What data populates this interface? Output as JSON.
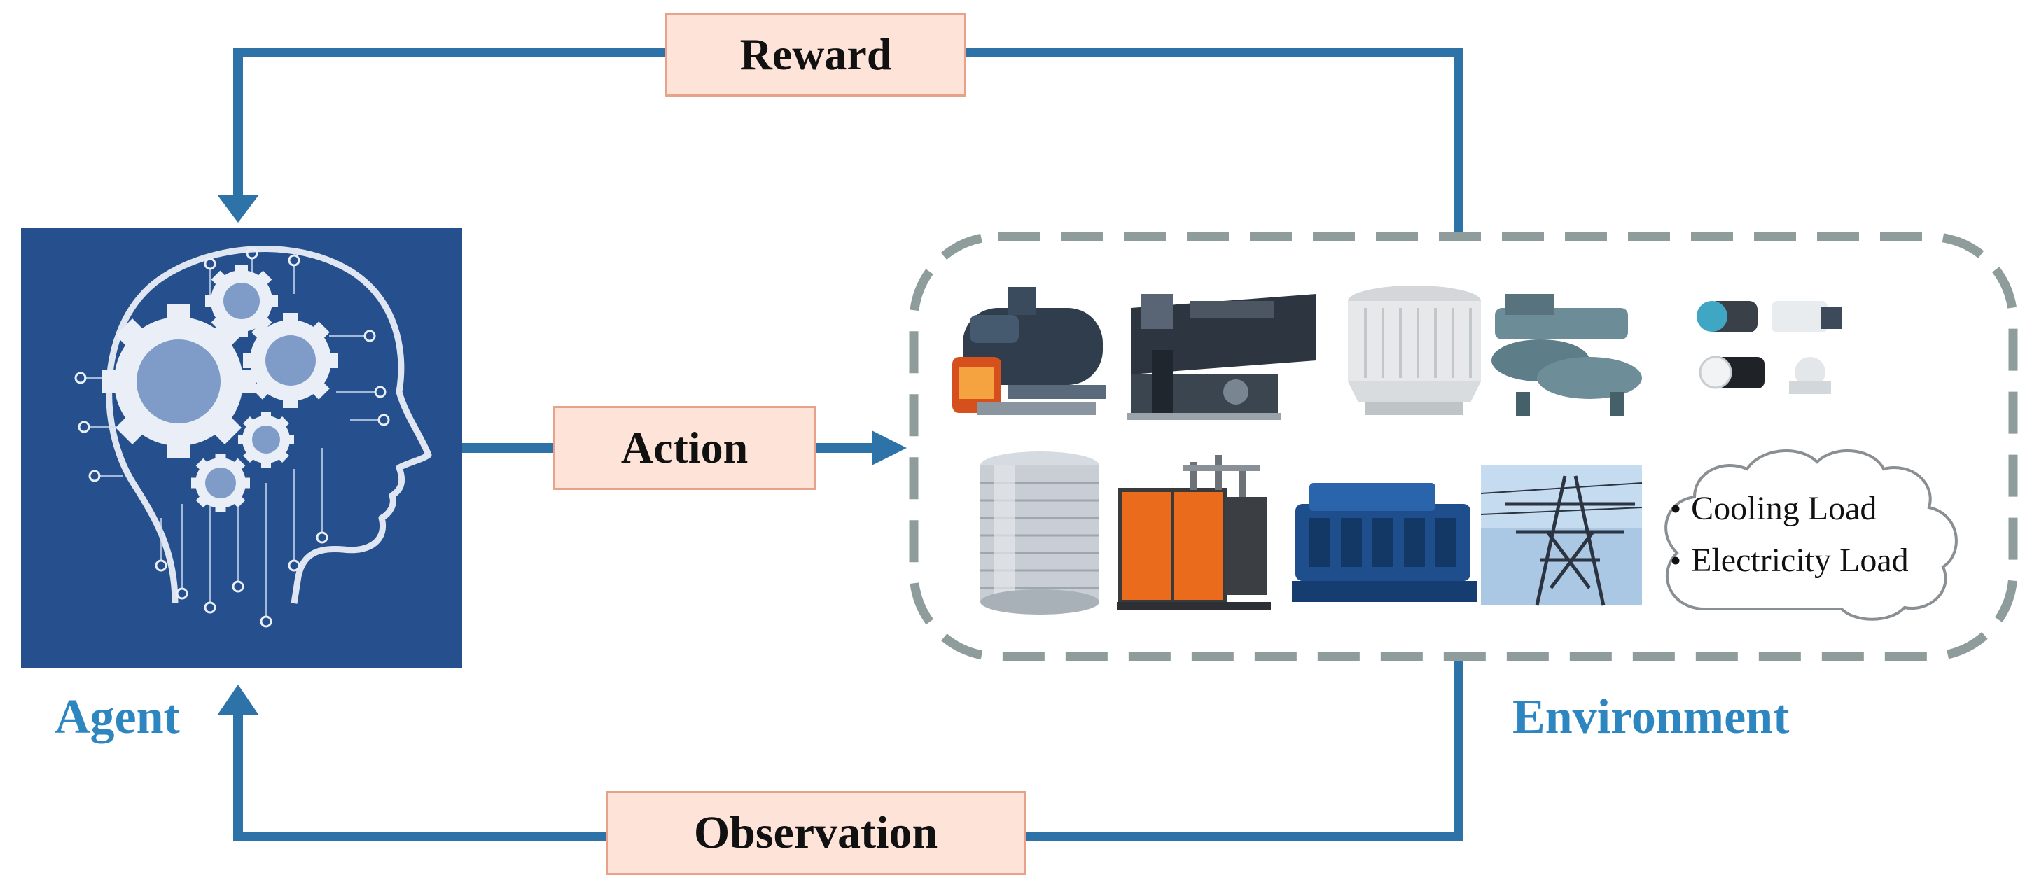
{
  "colors": {
    "flow": "#2e73a8",
    "agent_bg": "#224a86",
    "label_fill": "#fde3d8",
    "label_border": "#e8a28a",
    "env_border": "#8f9c9c",
    "caption": "#2e86c1"
  },
  "labels": {
    "reward": "Reward",
    "action": "Action",
    "observation": "Observation"
  },
  "agent": {
    "caption": "Agent",
    "icon": "head-with-gears-icon"
  },
  "environment": {
    "caption": "Environment",
    "equipment_icons": [
      "boiler-icon",
      "absorption-chiller-icon",
      "cooling-tower-icon",
      "electric-chiller-icon",
      "pumps-icon",
      "water-tank-icon",
      "electric-boiler-icon",
      "gas-engine-generator-icon",
      "power-tower-icon"
    ],
    "loads": [
      "Cooling Load",
      "Electricity Load"
    ]
  }
}
